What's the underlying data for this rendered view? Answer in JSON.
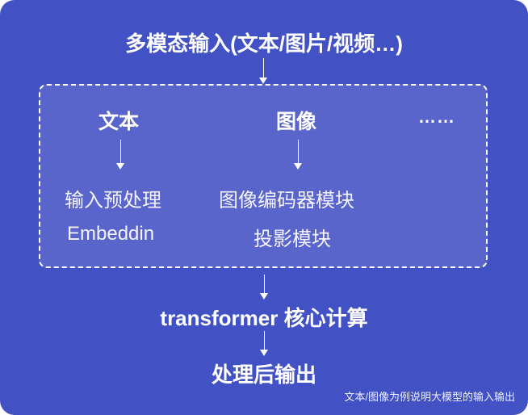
{
  "diagram": {
    "title": "多模态输入(文本/图片/视频…)",
    "module_box": {
      "columns": [
        {
          "heading": "文本",
          "items": [
            "输入预处理",
            "Embeddin"
          ]
        },
        {
          "heading": "图像",
          "items": [
            "图像编码器模块",
            "投影模块"
          ]
        },
        {
          "heading": "……"
        }
      ]
    },
    "stages": [
      "transformer 核心计算",
      "处理后输出"
    ],
    "caption": "文本/图像为例说明大模型的输入输出",
    "colors": {
      "background": "#4251c3",
      "inner_box": "#5a65cb",
      "text": "#ffffff",
      "border": "#ffffff"
    },
    "icons": {
      "arrow": "down-arrow-icon"
    }
  }
}
